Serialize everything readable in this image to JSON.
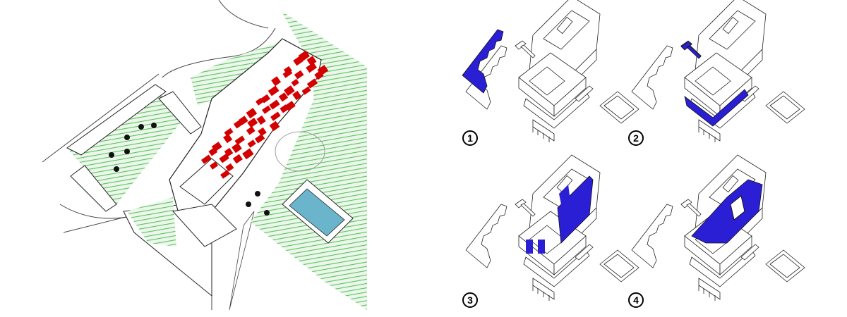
{
  "colors": {
    "highlight": "#2b1fd6",
    "roof": "#d40000",
    "vegetation": "#5fc05f",
    "pool": "#6ab4cc"
  },
  "panels": [
    {
      "label": "1",
      "highlight": "wedge-block"
    },
    {
      "label": "2",
      "highlight": "base-and-annex"
    },
    {
      "label": "3",
      "highlight": "tower-walls"
    },
    {
      "label": "4",
      "highlight": "roof"
    }
  ]
}
